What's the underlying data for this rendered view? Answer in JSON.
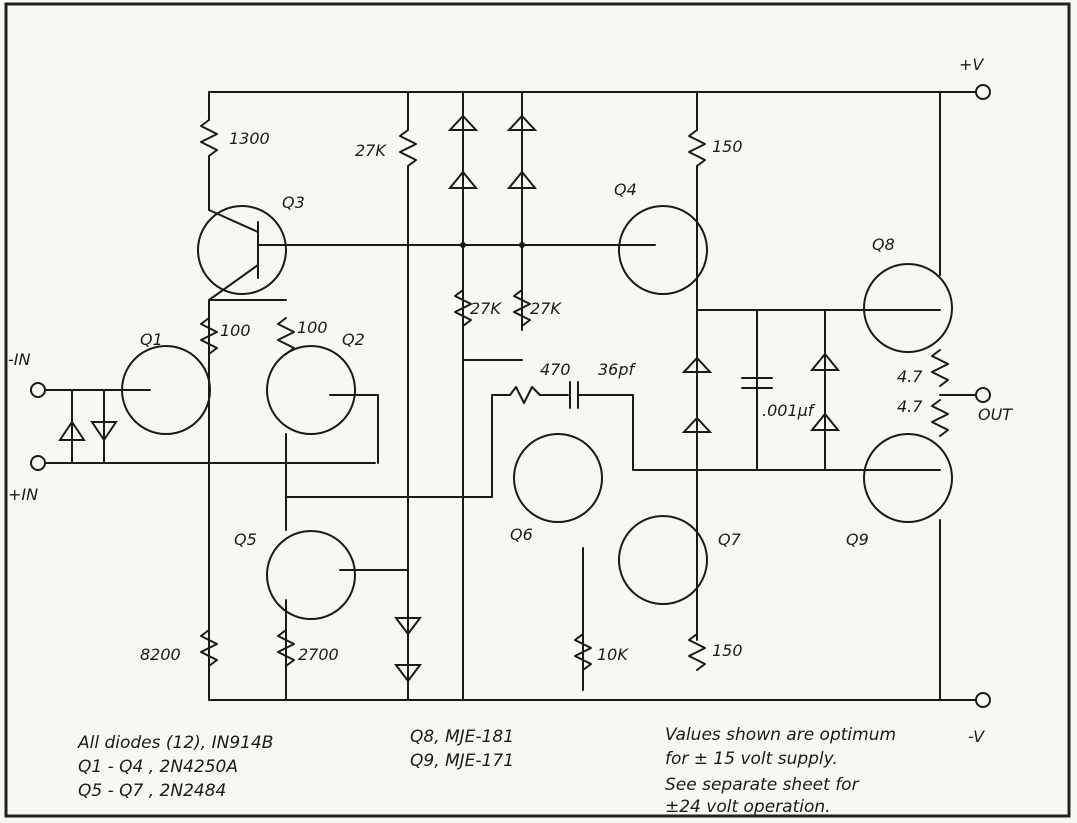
{
  "schematic": {
    "rails": {
      "positive": "+V",
      "negative": "-V",
      "output": "OUT",
      "inv_input": "-IN",
      "noninv_input": "+IN"
    },
    "transistors": [
      "Q1",
      "Q2",
      "Q3",
      "Q4",
      "Q5",
      "Q6",
      "Q7",
      "Q8",
      "Q9"
    ],
    "resistors": [
      "1300",
      "27K",
      "150",
      "100",
      "100",
      "27K",
      "27K",
      "470",
      "4.7",
      "4.7",
      "8200",
      "2700",
      "10K",
      "150"
    ],
    "capacitors": [
      "36pf",
      ".001µf"
    ]
  },
  "notes": {
    "left": [
      "All diodes (12), IN914B",
      "Q1 - Q4 , 2N4250A",
      "Q5 - Q7 , 2N2484"
    ],
    "middle": [
      "Q8, MJE-181",
      "Q9, MJE-171"
    ],
    "right": [
      "Values shown are optimum",
      "for ± 15 volt supply.",
      "See separate sheet for",
      "±24 volt operation."
    ]
  }
}
